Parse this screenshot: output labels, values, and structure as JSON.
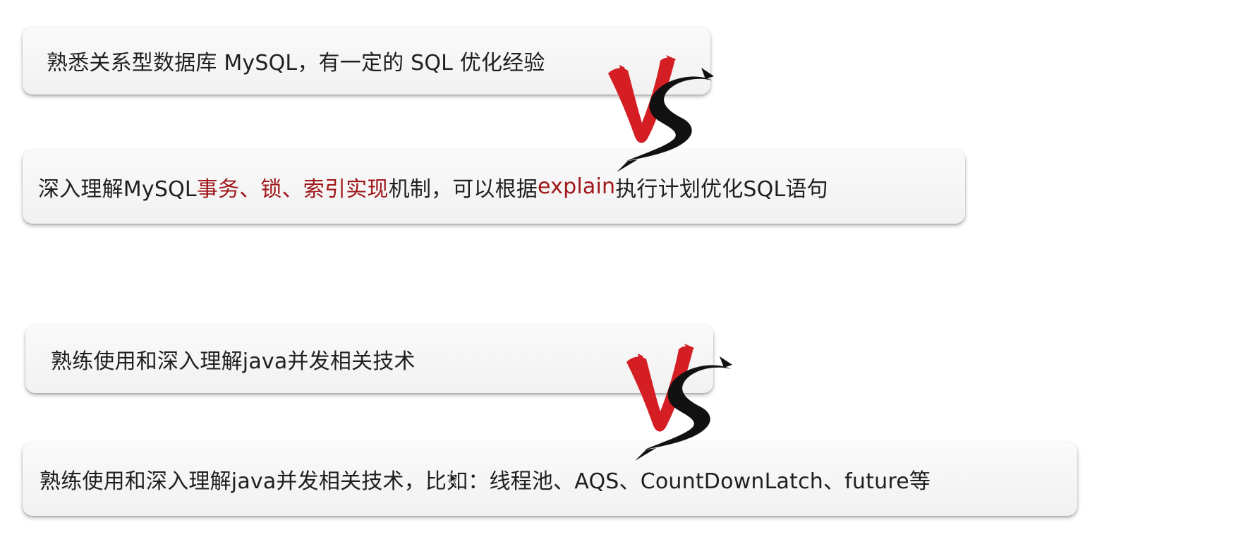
{
  "comparisons": [
    {
      "before": {
        "segments": [
          {
            "text": "熟悉关系型数据库 MySQL，有一定的 SQL 优化经验",
            "highlight": false
          }
        ]
      },
      "badge": "VS",
      "after": {
        "segments": [
          {
            "text": "深入理解MySQL",
            "highlight": false
          },
          {
            "text": "事务、锁、索引实现",
            "highlight": true
          },
          {
            "text": "机制，可以根据",
            "highlight": false
          },
          {
            "text": "explain",
            "highlight": true
          },
          {
            "text": "执行计划优化SQL语句",
            "highlight": false
          }
        ]
      }
    },
    {
      "before": {
        "segments": [
          {
            "text": "熟练使用和深入理解java并发相关技术",
            "highlight": false
          }
        ]
      },
      "badge": "VS",
      "after": {
        "segments": [
          {
            "text": "熟练使用和深入理解java并发相关技术，比如：线程池、AQS、CountDownLatch、future等",
            "highlight": false
          }
        ]
      }
    }
  ],
  "colors": {
    "highlight": "#a0161a",
    "vs_red": "#d41e24",
    "vs_black": "#111111",
    "card_bg": "#f4f4f4"
  }
}
